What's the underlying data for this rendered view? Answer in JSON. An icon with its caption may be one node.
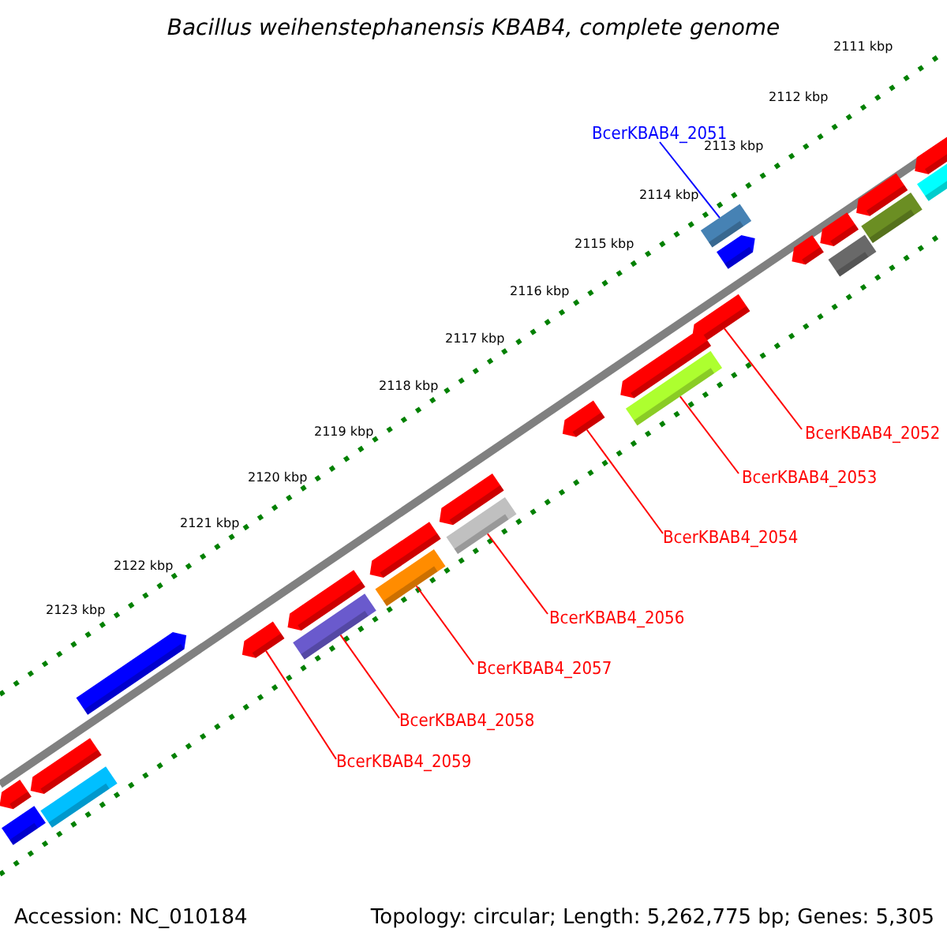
{
  "diagram": {
    "title": "Bacillus weihenstephanensis KBAB4, complete genome",
    "nodes": [
      {
        "text": [
          "BcerKBAB4_2051"
        ]
      },
      {
        "text": [
          "BcerKBAB4_2052"
        ]
      },
      {
        "text": [
          "BcerKBAB4_2053"
        ]
      },
      {
        "text": [
          "BcerKBAB4_2054"
        ]
      },
      {
        "text": [
          "BcerKBAB4_2056"
        ]
      },
      {
        "text": [
          "BcerKBAB4_2057"
        ]
      },
      {
        "text": [
          "BcerKBAB4_2058"
        ]
      },
      {
        "text": [
          "BcerKBAB4_2059"
        ]
      },
      {
        "text": [],
        "shape": "bar"
      },
      {
        "text": [],
        "shape": "bar"
      },
      {
        "text": [],
        "shape": "bar"
      },
      {
        "text": [],
        "shape": "bar"
      },
      {
        "text": [],
        "shape": "bar"
      },
      {
        "text": [],
        "shape": "bar"
      },
      {
        "text": [],
        "shape": "bar"
      },
      {
        "text": [],
        "shape": "bar"
      },
      {
        "text": [],
        "shape": "bar"
      },
      {
        "text": [],
        "shape": "bar"
      },
      {
        "text": [],
        "shape": "bar"
      },
      {
        "text": [],
        "shape": "bar"
      },
      {
        "text": [],
        "shape": "bar"
      },
      {
        "text": [],
        "shape": "bar"
      },
      {
        "text": [],
        "shape": "bar"
      },
      {
        "text": [],
        "shape": "bar"
      },
      {
        "text": [],
        "shape": "bar"
      },
      {
        "text": [],
        "shape": "bar"
      },
      {
        "text": [],
        "shape": "bar"
      },
      {
        "text": [],
        "shape": "bar"
      },
      {
        "text": [],
        "shape": "bar"
      },
      {
        "text": [],
        "shape": "bar"
      },
      {
        "text": [],
        "shape": "bar"
      },
      {
        "text": [],
        "shape": "bar"
      },
      {
        "text": [],
        "shape": "bar"
      }
    ],
    "edges": [
      {
        "from": 0,
        "to": 8,
        "arrow": "none",
        "color": "#0000ff"
      },
      {
        "from": 1,
        "to": 9,
        "arrow": "none"
      },
      {
        "from": 2,
        "to": 10,
        "arrow": "none"
      },
      {
        "from": 3,
        "to": 11,
        "arrow": "none"
      },
      {
        "from": 4,
        "to": 12,
        "arrow": "none"
      },
      {
        "from": 5,
        "to": 13,
        "arrow": "none"
      },
      {
        "from": 6,
        "to": 14,
        "arrow": "none"
      },
      {
        "from": 7,
        "to": 15,
        "arrow": "none"
      }
    ],
    "labels": [
      "2111 kbp",
      "2112 kbp",
      "2113 kbp",
      "2114 kbp",
      "2115 kbp",
      "2116 kbp",
      "2117 kbp",
      "2118 kbp",
      "2119 kbp",
      "2120 kbp",
      "2121 kbp",
      "2122 kbp",
      "2123 kbp",
      "Accession: NC_010184",
      "Topology: circular; Length: 5,262,775 bp; Genes: 5,305"
    ]
  }
}
